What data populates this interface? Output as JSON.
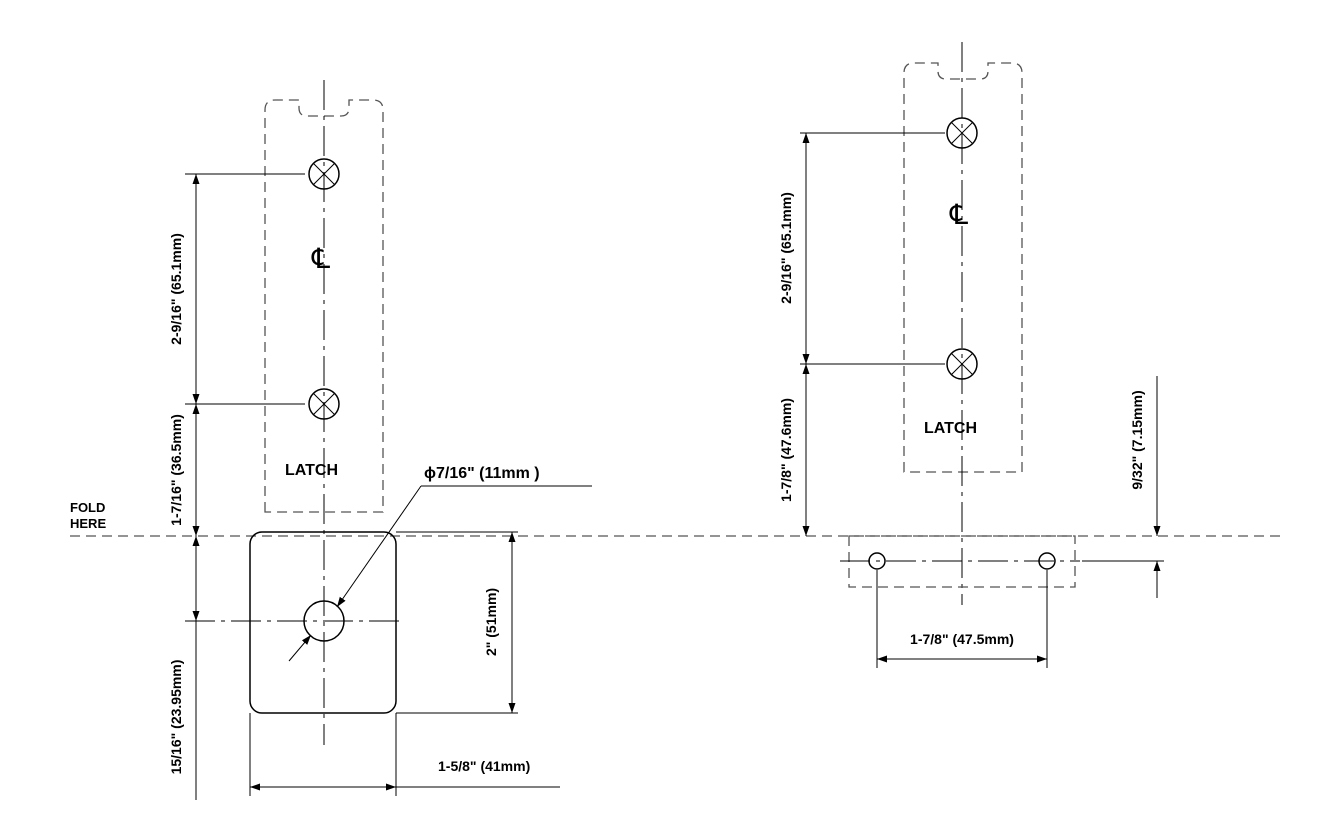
{
  "fold_label_line1": "FOLD",
  "fold_label_line2": "HERE",
  "left": {
    "latch_label": "LATCH",
    "centerline_symbol": "℄",
    "dim_hole_spacing": "2-9/16\" (65.1mm)",
    "dim_latch_to_fold": "1-7/16\" (36.5mm)",
    "dim_fold_to_hole": "15/16\" (23.95mm)",
    "dim_plate_height": "2\" (51mm)",
    "dim_plate_width": "1-5/8\" (41mm)",
    "dim_hole_diameter": "ϕ7/16\" (11mm  )"
  },
  "right": {
    "latch_label": "LATCH",
    "centerline_symbol": "℄",
    "dim_hole_spacing": "2-9/16\" (65.1mm)",
    "dim_latch_to_fold": "1-7/8\" (47.6mm)",
    "dim_offset": "9/32\" (7.15mm)",
    "dim_holes_width": "1-7/8\" (47.5mm)"
  }
}
